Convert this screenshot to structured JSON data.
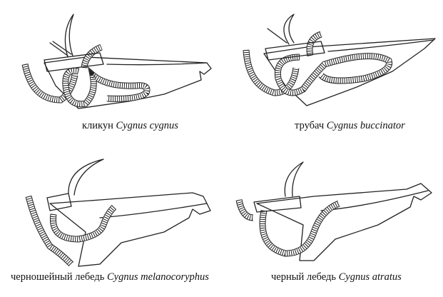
{
  "figures": [
    {
      "common_name": "кликун",
      "latin_name": "Cygnus cygnus"
    },
    {
      "common_name": "трубач",
      "latin_name": "Cygnus buccinator"
    },
    {
      "common_name": "черношейный лебедь",
      "latin_name": "Cygnus melanocoryphus"
    },
    {
      "common_name": "черный лебедь",
      "latin_name": "Cygnus atratus"
    }
  ]
}
